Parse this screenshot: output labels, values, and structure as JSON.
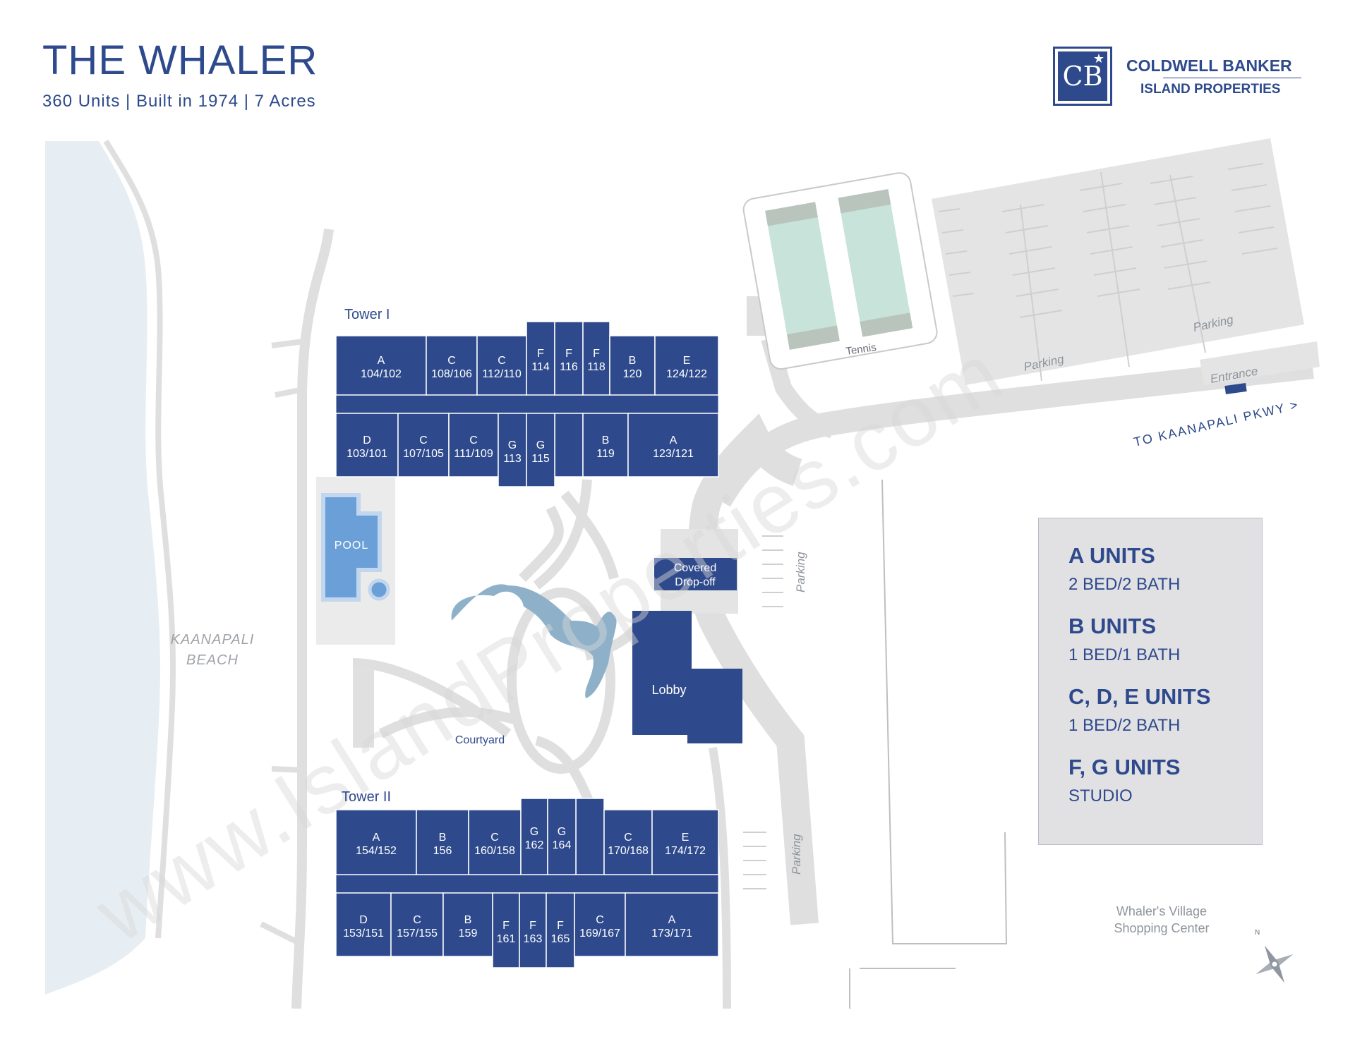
{
  "header": {
    "title": "THE WHALER",
    "subtitle": "360 Units | Built in 1974 | 7 Acres"
  },
  "brand": {
    "name": "COLDWELL BANKER",
    "sub": "ISLAND PROPERTIES",
    "monogram": "CB"
  },
  "colors": {
    "unit_blue": "#2e4a8c",
    "ocean": "#e7eef3",
    "path_gray": "#dfdfdf",
    "pool_blue": "#6a9fd8",
    "pond_blue": "#8eb1c9",
    "court_green": "#c8e3da"
  },
  "map": {
    "beach_label_1": "KAANAPALI",
    "beach_label_2": "BEACH",
    "tower1_label": "Tower I",
    "tower2_label": "Tower II",
    "pool": "POOL",
    "pond": "POND",
    "courtyard": "Courtyard",
    "lobby": "Lobby",
    "dropoff_1": "Covered",
    "dropoff_2": "Drop-off",
    "tennis": "Tennis",
    "parking": "Parking",
    "entrance": "Entrance",
    "road_label": "TO KAANAPALI PKWY >",
    "shopping_1": "Whaler's Village",
    "shopping_2": "Shopping Center",
    "compass_n": "N",
    "watermark": "www.IslandProperties.com"
  },
  "tower1": {
    "top": [
      {
        "type": "A",
        "num": "104/102"
      },
      {
        "type": "C",
        "num": "108/106"
      },
      {
        "type": "C",
        "num": "112/110"
      },
      {
        "type": "F",
        "num": "114"
      },
      {
        "type": "F",
        "num": "116"
      },
      {
        "type": "F",
        "num": "118"
      },
      {
        "type": "B",
        "num": "120"
      },
      {
        "type": "E",
        "num": "124/122"
      }
    ],
    "bottom": [
      {
        "type": "D",
        "num": "103/101"
      },
      {
        "type": "C",
        "num": "107/105"
      },
      {
        "type": "C",
        "num": "111/109"
      },
      {
        "type": "G",
        "num": "113"
      },
      {
        "type": "G",
        "num": "115"
      },
      {
        "type": "B",
        "num": "119"
      },
      {
        "type": "A",
        "num": "123/121"
      }
    ]
  },
  "tower2": {
    "top": [
      {
        "type": "A",
        "num": "154/152"
      },
      {
        "type": "B",
        "num": "156"
      },
      {
        "type": "C",
        "num": "160/158"
      },
      {
        "type": "G",
        "num": "162"
      },
      {
        "type": "G",
        "num": "164"
      },
      {
        "type": "C",
        "num": "170/168"
      },
      {
        "type": "E",
        "num": "174/172"
      }
    ],
    "bottom": [
      {
        "type": "D",
        "num": "153/151"
      },
      {
        "type": "C",
        "num": "157/155"
      },
      {
        "type": "B",
        "num": "159"
      },
      {
        "type": "F",
        "num": "161"
      },
      {
        "type": "F",
        "num": "163"
      },
      {
        "type": "F",
        "num": "165"
      },
      {
        "type": "C",
        "num": "169/167"
      },
      {
        "type": "A",
        "num": "173/171"
      }
    ]
  },
  "legend": [
    {
      "head": "A UNITS",
      "desc": "2 BED/2 BATH"
    },
    {
      "head": "B UNITS",
      "desc": "1 BED/1 BATH"
    },
    {
      "head": "C, D, E UNITS",
      "desc": "1 BED/2 BATH"
    },
    {
      "head": "F, G UNITS",
      "desc": "STUDIO"
    }
  ]
}
